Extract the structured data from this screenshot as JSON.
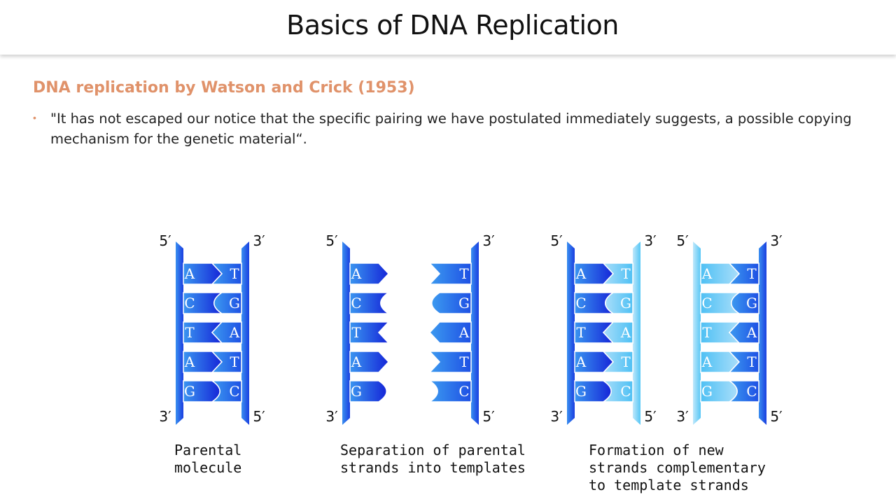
{
  "header": {
    "title": "Basics of DNA Replication"
  },
  "content": {
    "heading": "DNA replication by Watson and Crick (1953)",
    "bullet": "\"It has not escaped our notice that the specific pairing we have postulated immediately suggests, a possible copying mechanism for the genetic material“."
  },
  "diagram": {
    "colors": {
      "dark": "#1a2be0",
      "mid": "#2f86ee",
      "light": "#5fcaf5"
    },
    "end_labels": {
      "five": "5′",
      "three": "3′"
    },
    "pairs": [
      [
        "A",
        "T"
      ],
      [
        "C",
        "G"
      ],
      [
        "T",
        "A"
      ],
      [
        "A",
        "T"
      ],
      [
        "G",
        "C"
      ]
    ],
    "panels": [
      {
        "caption_lines": [
          "Parental",
          "molecule"
        ],
        "ladders": [
          {
            "left": "mid",
            "right": "mid",
            "separated": false
          }
        ]
      },
      {
        "caption_lines": [
          "Separation of parental",
          "strands into templates"
        ],
        "ladders": [
          {
            "left": "mid",
            "right": "mid",
            "separated": true
          }
        ]
      },
      {
        "caption_lines": [
          "Formation of new",
          "strands complementary",
          "to template strands"
        ],
        "ladders": [
          {
            "left": "mid",
            "right": "light",
            "separated": false
          },
          {
            "left": "light",
            "right": "mid",
            "separated": false
          }
        ]
      }
    ]
  }
}
